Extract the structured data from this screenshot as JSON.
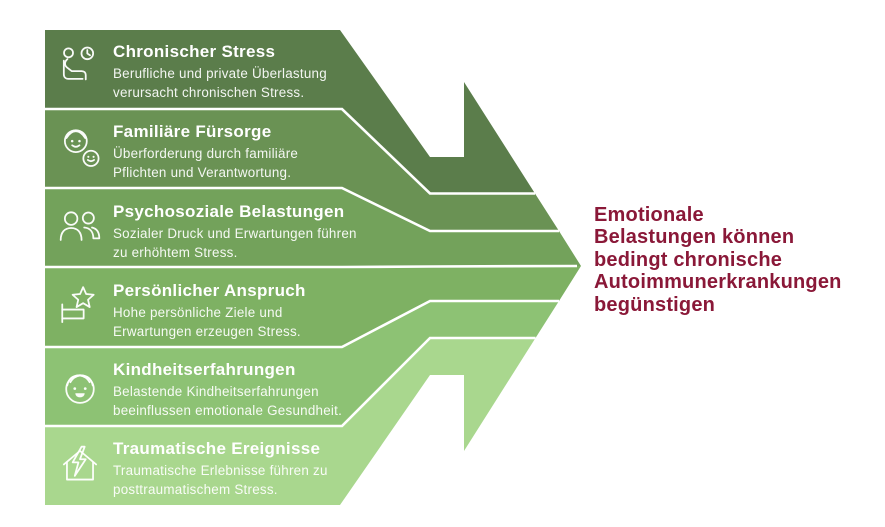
{
  "headline": {
    "lines": [
      "Emotionale",
      "Belastungen können",
      "bedingt chronische",
      "Autoimmunerkrankungen",
      "begünstigen"
    ],
    "color": "#8a1838"
  },
  "bands": [
    {
      "title": "Chronischer Stress",
      "desc1": "Berufliche und private Überlastung",
      "desc2": "verursacht chronischen Stress.",
      "color": "#5b7d4b",
      "icon": "seated-person-clock-icon"
    },
    {
      "title": "Familiäre Fürsorge",
      "desc1": "Überforderung durch familiäre",
      "desc2": "Pflichten und Verantwortung.",
      "color": "#6a9254",
      "icon": "caregiver-icon"
    },
    {
      "title": "Psychosoziale Belastungen",
      "desc1": "Sozialer Druck und Erwartungen führen",
      "desc2": "zu erhöhtem Stress.",
      "color": "#73a25b",
      "icon": "two-people-icon"
    },
    {
      "title": "Persönlicher Anspruch",
      "desc1": "Hohe persönliche Ziele und",
      "desc2": "Erwartungen erzeugen Stress.",
      "color": "#7eb163",
      "icon": "star-achievement-icon"
    },
    {
      "title": "Kindheitserfahrungen",
      "desc1": "Belastende Kindheitserfahrungen",
      "desc2": "beeinflussen emotionale Gesundheit.",
      "color": "#8dc274",
      "icon": "child-face-icon"
    },
    {
      "title": "Traumatische Ereignisse",
      "desc1": "Traumatische Erlebnisse führen zu",
      "desc2": "posttraumatischem Stress.",
      "color": "#a9d78e",
      "icon": "house-lightning-icon"
    }
  ]
}
